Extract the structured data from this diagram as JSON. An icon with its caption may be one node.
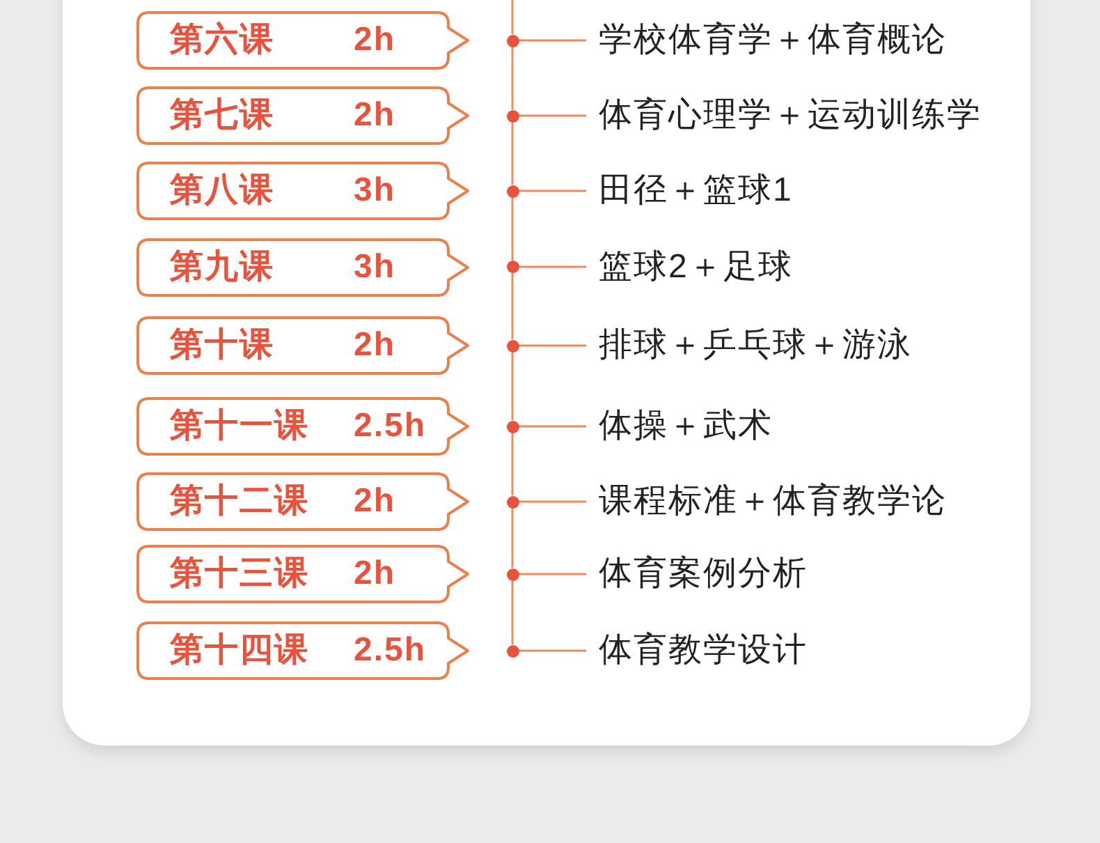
{
  "diagram": {
    "nodes": [
      {
        "text": [
          "第六课",
          "2h"
        ]
      },
      {
        "text": [],
        "shape": "circle"
      },
      {
        "text": [
          "学校体育学＋体育概论"
        ]
      },
      {
        "text": [
          "第七课",
          "2h"
        ]
      },
      {
        "text": [],
        "shape": "circle"
      },
      {
        "text": [
          "体育心理学＋运动训练学"
        ]
      },
      {
        "text": [
          "第八课",
          "3h"
        ]
      },
      {
        "text": [],
        "shape": "circle"
      },
      {
        "text": [
          "田径＋篮球1"
        ]
      },
      {
        "text": [
          "第九课",
          "3h"
        ]
      },
      {
        "text": [],
        "shape": "circle"
      },
      {
        "text": [
          "篮球2＋足球"
        ]
      },
      {
        "text": [
          "第十课",
          "2h"
        ]
      },
      {
        "text": [],
        "shape": "circle"
      },
      {
        "text": [
          "排球＋乒乓球＋游泳"
        ]
      },
      {
        "text": [
          "第十一课",
          "2.5h"
        ]
      },
      {
        "text": [],
        "shape": "circle"
      },
      {
        "text": [
          "体操＋武术"
        ]
      },
      {
        "text": [
          "第十二课",
          "2h"
        ]
      },
      {
        "text": [],
        "shape": "circle"
      },
      {
        "text": [
          "课程标准＋体育教学论"
        ]
      },
      {
        "text": [
          "第十三课",
          "2h"
        ]
      },
      {
        "text": [],
        "shape": "circle"
      },
      {
        "text": [
          "体育案例分析"
        ]
      },
      {
        "text": [
          "第十四课",
          "2.5h"
        ]
      },
      {
        "text": [],
        "shape": "circle"
      },
      {
        "text": [
          "体育教学设计"
        ]
      }
    ],
    "edges": [
      {
        "from": 1,
        "to": 2,
        "arrow": "none"
      },
      {
        "from": 4,
        "to": 5,
        "arrow": "none"
      },
      {
        "from": 7,
        "to": 8,
        "arrow": "none"
      },
      {
        "from": 10,
        "to": 11,
        "arrow": "none"
      },
      {
        "from": 13,
        "to": 14,
        "arrow": "none"
      },
      {
        "from": 16,
        "to": 17,
        "arrow": "none"
      },
      {
        "from": 19,
        "to": 20,
        "arrow": "none"
      },
      {
        "from": 22,
        "to": 23,
        "arrow": "none"
      },
      {
        "from": 25,
        "to": 26,
        "arrow": "none"
      },
      {
        "from": null,
        "to": 1,
        "arrow": "none"
      },
      {
        "from": 1,
        "to": 4,
        "arrow": "none"
      },
      {
        "from": 4,
        "to": 7,
        "arrow": "none"
      },
      {
        "from": 7,
        "to": 10,
        "arrow": "none"
      },
      {
        "from": 10,
        "to": 13,
        "arrow": "none"
      },
      {
        "from": 13,
        "to": 16,
        "arrow": "none"
      },
      {
        "from": 16,
        "to": 19,
        "arrow": "none"
      },
      {
        "from": 19,
        "to": 22,
        "arrow": "none"
      },
      {
        "from": 22,
        "to": 25,
        "arrow": "none"
      }
    ]
  }
}
